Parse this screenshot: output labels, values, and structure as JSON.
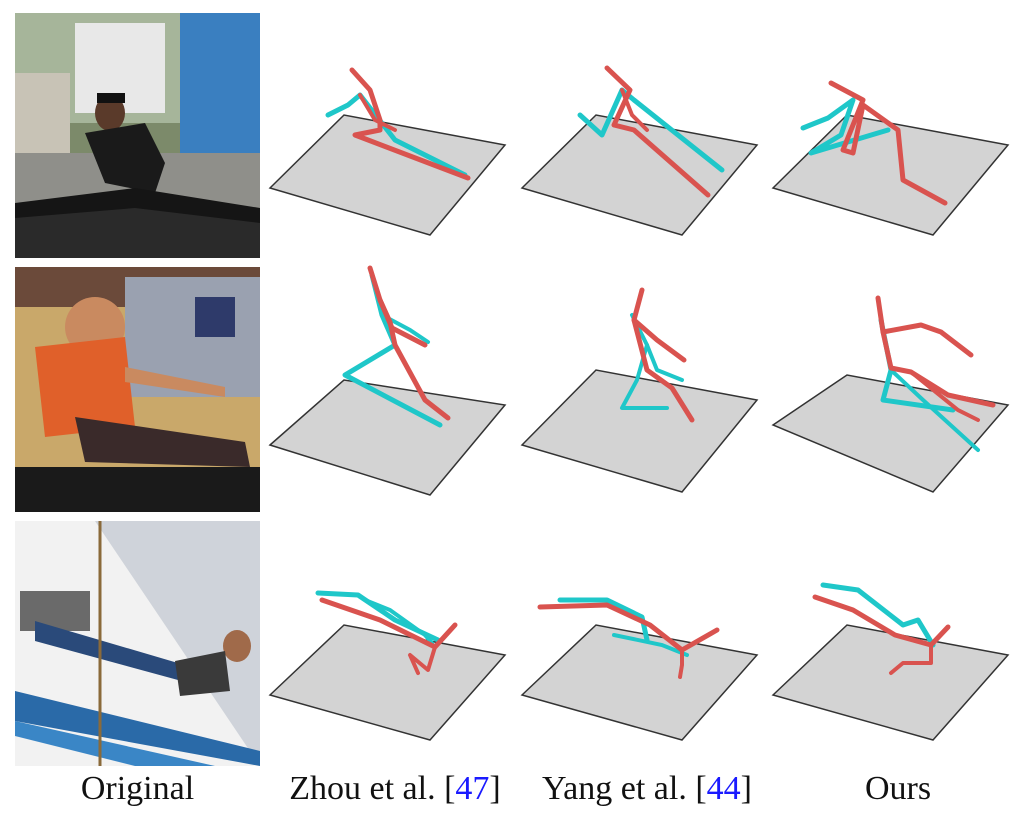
{
  "figure": {
    "captions": {
      "original": "Original",
      "zhou_prefix": "Zhou et al. [",
      "zhou_ref": "47",
      "zhou_suffix": "]",
      "yang_prefix": "Yang et al. [",
      "yang_ref": "44",
      "yang_suffix": "]",
      "ours": "Ours"
    },
    "colors": {
      "ground_truth_or_pred_red": "#d9534f",
      "skeleton_cyan": "#1fc7c9",
      "floor_plane": "#d3d3d3",
      "citation_blue": "#1a1aff"
    },
    "rows": [
      {
        "photo": "man stretching on mat outdoors"
      },
      {
        "photo": "rower on indoor rowing machine"
      },
      {
        "photo": "sailor leaning back on boat"
      }
    ]
  }
}
